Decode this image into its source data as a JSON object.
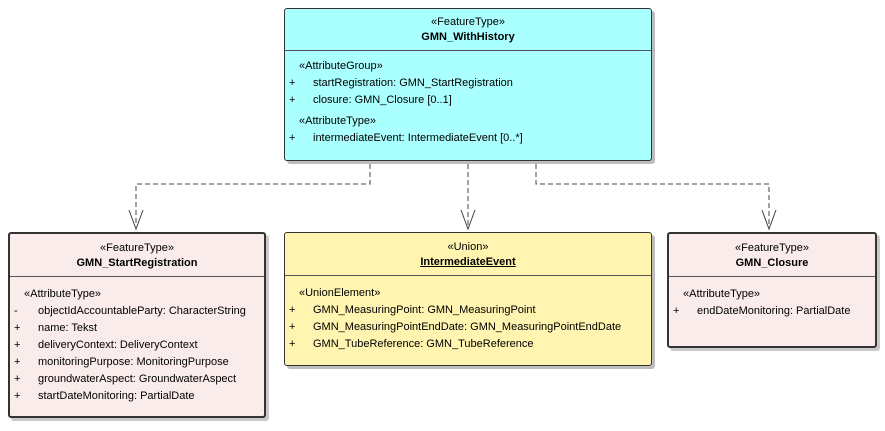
{
  "classes": {
    "with_history": {
      "stereotype": "«FeatureType»",
      "name": "GMN_WithHistory",
      "groups": [
        {
          "label": "«AttributeGroup»",
          "rows": [
            {
              "vis": "+",
              "text": "startRegistration: GMN_StartRegistration"
            },
            {
              "vis": "+",
              "text": "closure: GMN_Closure [0..1]"
            }
          ]
        },
        {
          "label": "«AttributeType»",
          "rows": [
            {
              "vis": "+",
              "text": "intermediateEvent: IntermediateEvent [0..*]"
            }
          ]
        }
      ]
    },
    "start_registration": {
      "stereotype": "«FeatureType»",
      "name": "GMN_StartRegistration",
      "groups": [
        {
          "label": "«AttributeType»",
          "rows": [
            {
              "vis": "-",
              "text": "objectIdAccountableParty: CharacterString"
            },
            {
              "vis": "+",
              "text": "name: Tekst"
            },
            {
              "vis": "+",
              "text": "deliveryContext: DeliveryContext"
            },
            {
              "vis": "+",
              "text": "monitoringPurpose: MonitoringPurpose"
            },
            {
              "vis": "+",
              "text": "groundwaterAspect: GroundwaterAspect"
            },
            {
              "vis": "+",
              "text": "startDateMonitoring: PartialDate"
            }
          ]
        }
      ]
    },
    "intermediate_event": {
      "stereotype": "«Union»",
      "name": "IntermediateEvent",
      "groups": [
        {
          "label": "«UnionElement»",
          "rows": [
            {
              "vis": "+",
              "text": "GMN_MeasuringPoint: GMN_MeasuringPoint"
            },
            {
              "vis": "+",
              "text": "GMN_MeasuringPointEndDate: GMN_MeasuringPointEndDate"
            },
            {
              "vis": "+",
              "text": "GMN_TubeReference: GMN_TubeReference"
            }
          ]
        }
      ]
    },
    "closure": {
      "stereotype": "«FeatureType»",
      "name": "GMN_Closure",
      "groups": [
        {
          "label": "«AttributeType»",
          "rows": [
            {
              "vis": "+",
              "text": "endDateMonitoring: PartialDate"
            }
          ]
        }
      ]
    }
  },
  "colors": {
    "feature_type_top": "#aaffff",
    "feature_type": "#f9ecea",
    "union": "#fff4b0",
    "connector": "#444444"
  }
}
